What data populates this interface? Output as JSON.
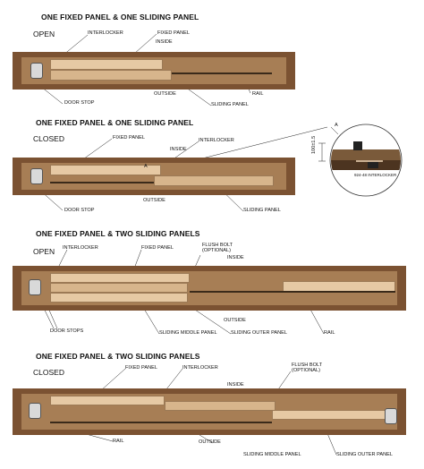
{
  "sections": [
    {
      "title": "ONE FIXED PANEL & ONE SLIDING PANEL",
      "state": "OPEN",
      "labels": {
        "interlocker": "INTERLOCKER",
        "fixed_panel": "FIXED PANEL",
        "inside": "INSIDE",
        "outside": "OUTSIDE",
        "rail": "RAIL",
        "door_stop": "DOOR STOP",
        "sliding_panel": "SLIDING PANEL"
      }
    },
    {
      "title": "ONE FIXED PANEL & ONE SLIDING PANEL",
      "state": "CLOSED",
      "labels": {
        "fixed_panel": "FIXED PANEL",
        "interlocker": "INTERLOCKER",
        "inside": "INSIDE",
        "marker": "A",
        "outside": "OUTSIDE",
        "door_stop": "DOOR STOP",
        "sliding_panel": "SLIDING PANEL"
      }
    },
    {
      "title": "ONE FIXED PANEL & TWO SLIDING PANELS",
      "state": "OPEN",
      "labels": {
        "interlocker": "INTERLOCKER",
        "fixed_panel": "FIXED PANEL",
        "flush_bolt": "FLUSH BOLT (OPTIONAL)",
        "inside": "INSIDE",
        "outside": "OUTSIDE",
        "door_stops": "DOOR STOPS",
        "sliding_middle_panel": "SLIDING MIDDLE PANEL",
        "sliding_outer_panel": "SLIDING OUTER PANEL",
        "rail": "RAIL"
      }
    },
    {
      "title": "ONE FIXED PANEL & TWO SLIDING PANELS",
      "state": "CLOSED",
      "labels": {
        "fixed_panel": "FIXED PANEL",
        "interlocker": "INTERLOCKER",
        "flush_bolt": "FLUSH BOLT (OPTIONAL)",
        "inside": "INSIDE",
        "outside": "OUTSIDE",
        "rail": "RAIL",
        "sliding_middle_panel": "SLIDING MIDDLE PANEL",
        "sliding_outer_panel": "SLIDING OUTER PANEL"
      }
    }
  ],
  "detail": {
    "marker": "A",
    "dimension": "100±1.5",
    "caption": "924-48 INTERLOCKER"
  }
}
